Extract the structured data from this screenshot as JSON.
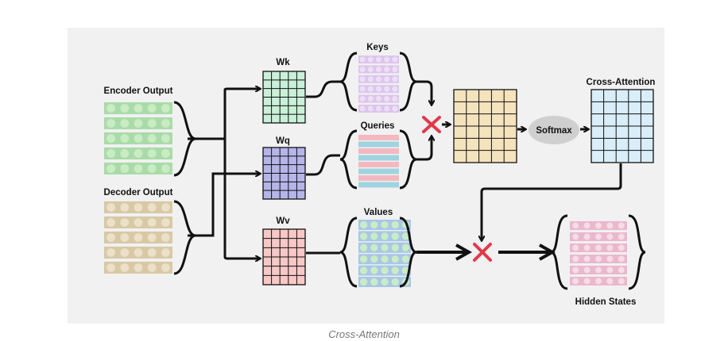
{
  "labels": {
    "encoder_output": "Encoder Output",
    "decoder_output": "Decoder Output",
    "wk": "Wk",
    "wq": "Wq",
    "wv": "Wv",
    "keys": "Keys",
    "queries": "Queries",
    "values": "Values",
    "softmax": "Softmax",
    "cross_attention": "Cross-Attention",
    "hidden_states": "Hidden States"
  },
  "caption": "Cross-Attention",
  "colors": {
    "encoder_row": "#a9dba9",
    "encoder_dot": "#c9ecc4",
    "decoder_row": "#d8c8a4",
    "decoder_dot": "#ebe0c8",
    "wk": "#c9f0d8",
    "wq": "#b5b5ea",
    "wv": "#f7c8c6",
    "keys_row": "#dcc4ec",
    "keys_dot": "#ecdff5",
    "queries_a": "#f4b8c0",
    "queries_b": "#9fd3e0",
    "values_row": "#a8c6e6",
    "values_dot": "#c9ecc4",
    "scores": "#f5e3bd",
    "softmax": "#cfcfcf",
    "attention": "#d9eef8",
    "hidden_row": "#eab8cc",
    "hidden_dot": "#f7dbe6",
    "multiply": "#e03a4a",
    "arrow": "#111111"
  },
  "icons": {
    "multiply": "multiply-x-icon",
    "arrow": "arrow-icon",
    "brace": "brace-icon"
  }
}
